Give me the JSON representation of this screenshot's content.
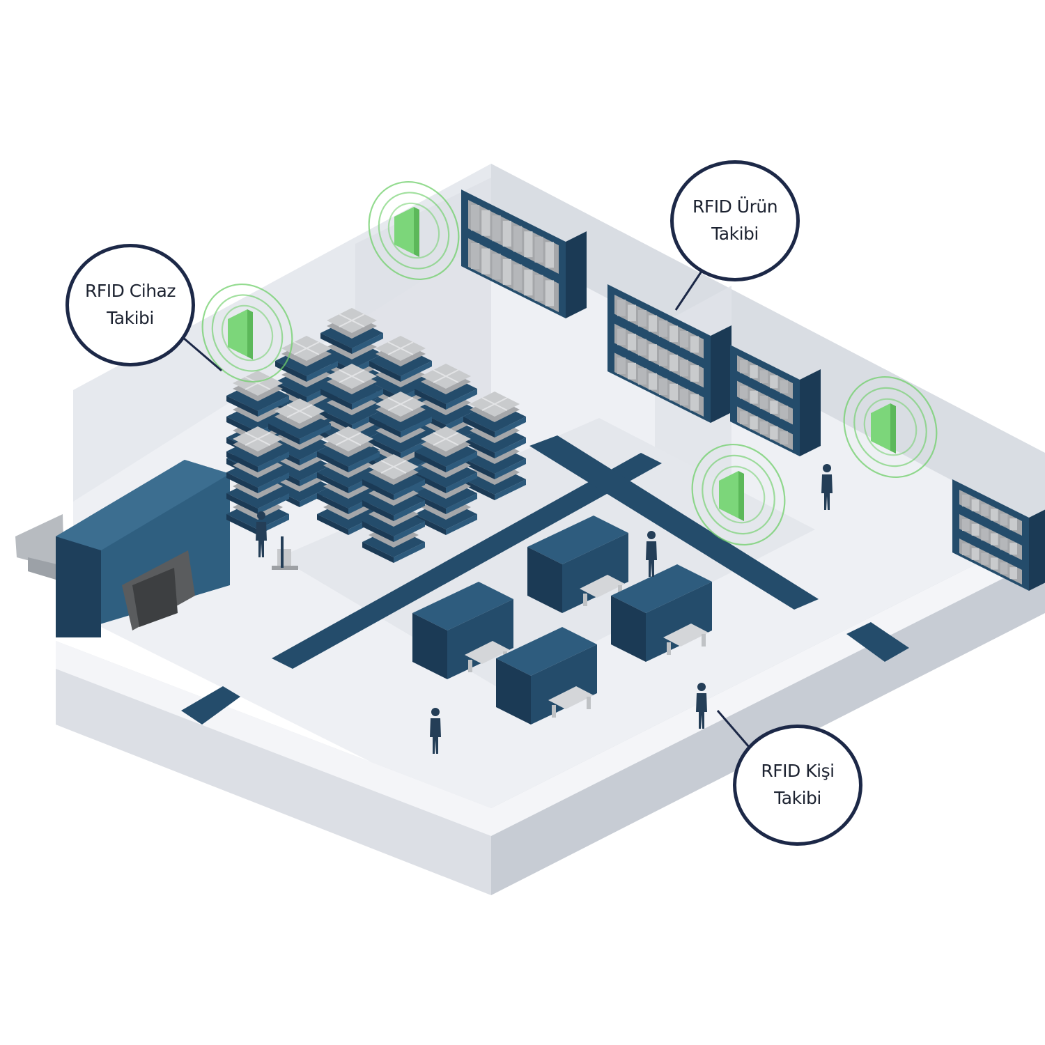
{
  "callouts": {
    "device": {
      "line1": "RFID Cihaz",
      "line2": "Takibi"
    },
    "product": {
      "line1": "RFID Ürün",
      "line2": "Takibi"
    },
    "person": {
      "line1": "RFID Kişi",
      "line2": "Takibi"
    }
  },
  "colors": {
    "floor": "#f0f2f6",
    "wall": "#e3e6ec",
    "wall_dark": "#d3d7de",
    "navy": "#244c6b",
    "navy_dark": "#1b3a55",
    "box": "#a5a7aa",
    "box_light": "#c9cbcd",
    "rfid_green": "#7cd67a",
    "rfid_ring": "#6fcf6a",
    "callout_border": "#1c2847",
    "person": "#243e57"
  },
  "icons": [
    "rfid-tag-icon",
    "person-icon",
    "pallet-stack-icon",
    "shelf-rack-icon",
    "workstation-icon",
    "truck-icon",
    "forklift-icon"
  ]
}
